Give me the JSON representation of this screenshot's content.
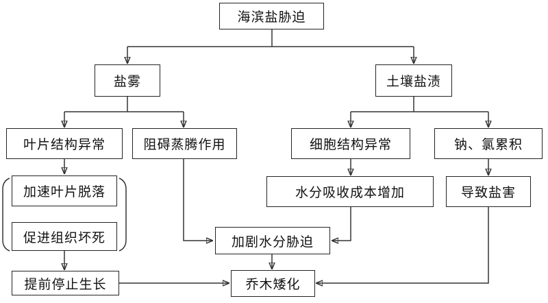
{
  "nodes": {
    "root": "海滨盐胁迫",
    "salt_spray": "盐雾",
    "soil_salinization": "土壤盐渍",
    "leaf_structure_abnormal": "叶片结构异常",
    "hinder_transpiration": "阻碍蒸腾作用",
    "cell_structure_abnormal": "细胞结构异常",
    "sodium_chloride_accumulation": "钠、氯累积",
    "accelerate_leaf_fall": "加速叶片脱落",
    "water_uptake_cost_increase": "水分吸收成本增加",
    "salt_damage": "导致盐害",
    "promote_tissue_necrosis": "促进组织坏死",
    "aggravate_water_stress": "加剧水分胁迫",
    "premature_growth_stop": "提前停止生长",
    "dwarf_trees": "乔木矮化"
  }
}
